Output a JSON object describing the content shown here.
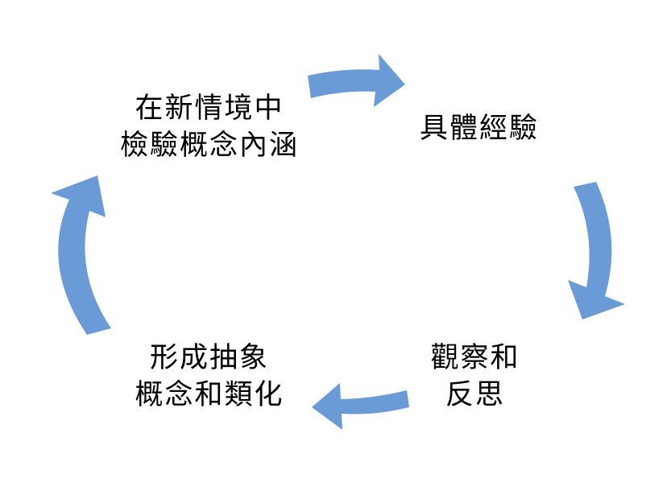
{
  "diagram": {
    "arrow_color": "#6b9bd6",
    "nodes": [
      {
        "id": "top-right",
        "lines": [
          "具體經驗"
        ]
      },
      {
        "id": "bottom-right",
        "lines": [
          "觀察和",
          "反思"
        ]
      },
      {
        "id": "bottom-left",
        "lines": [
          "形成抽象",
          "概念和類化"
        ]
      },
      {
        "id": "top-left",
        "lines": [
          "在新情境中",
          "檢驗概念內涵"
        ]
      }
    ]
  }
}
